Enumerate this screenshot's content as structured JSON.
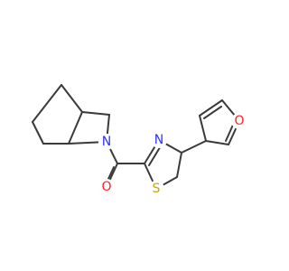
{
  "molecule": {
    "atoms": {
      "N_amide": {
        "symbol": "N",
        "color": "#3333ff"
      },
      "O_carbonyl": {
        "symbol": "O",
        "color": "#ff2020"
      },
      "N_thiazole": {
        "symbol": "N",
        "color": "#3333ff"
      },
      "S_thiazole": {
        "symbol": "S",
        "color": "#c8a800"
      },
      "O_furan": {
        "symbol": "O",
        "color": "#ff2020"
      }
    }
  }
}
